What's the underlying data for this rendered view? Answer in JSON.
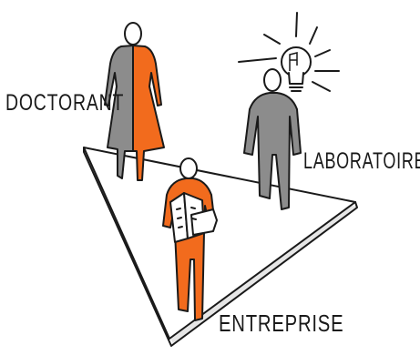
{
  "labels": {
    "doctorant": "DOCTORANT",
    "laboratoire": "LABORATOIRE",
    "entreprise": "ENTREPRISE"
  },
  "colors": {
    "orange": "#f26b1d",
    "grey": "#8c8c8c",
    "outline": "#1a1a1a",
    "plate_shadow": "#e6e6e6"
  },
  "icons": [
    "lightbulb-icon",
    "buildings-icon"
  ]
}
